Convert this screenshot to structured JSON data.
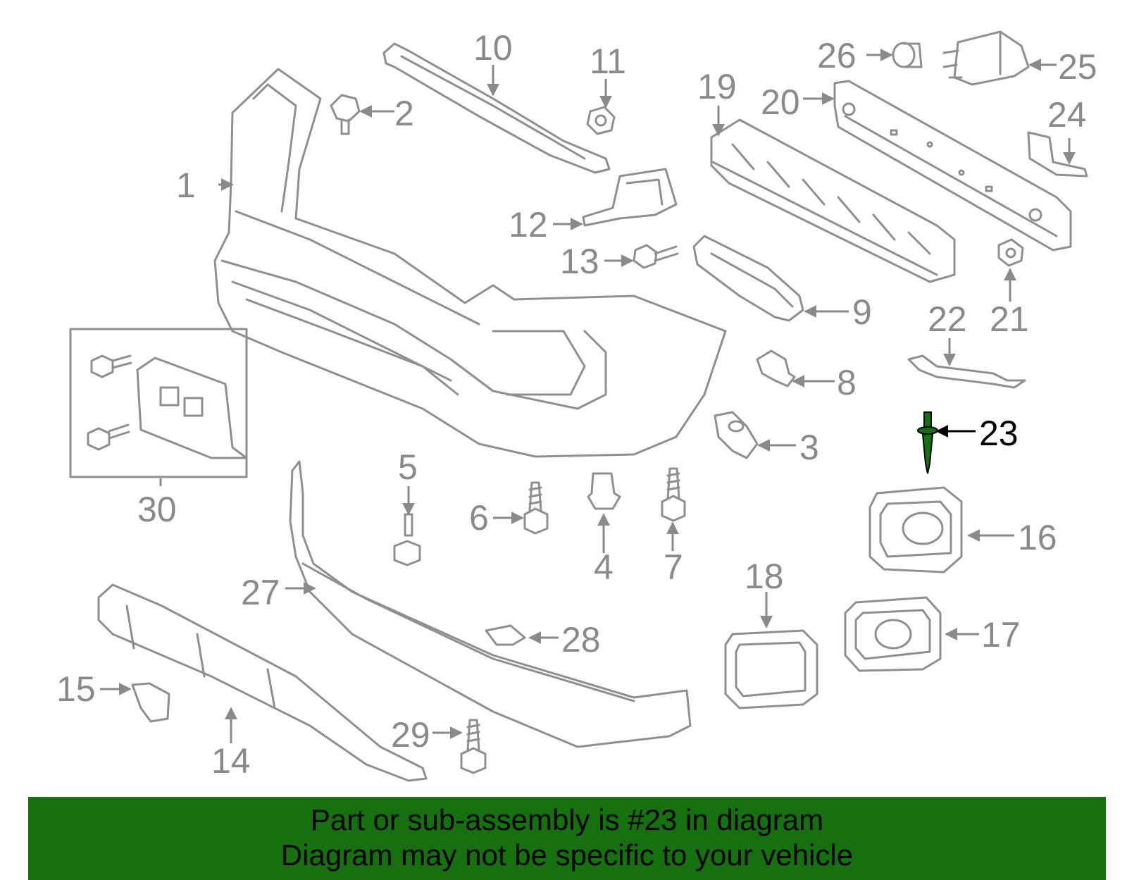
{
  "highlight_color": "#16700f",
  "highlighted_part": "23",
  "callouts": [
    "1",
    "2",
    "3",
    "4",
    "5",
    "6",
    "7",
    "8",
    "9",
    "10",
    "11",
    "12",
    "13",
    "14",
    "15",
    "16",
    "17",
    "18",
    "19",
    "20",
    "21",
    "22",
    "23",
    "24",
    "25",
    "26",
    "27",
    "28",
    "29",
    "30"
  ],
  "footer": {
    "line1": "Part or sub-assembly is #23 in diagram",
    "line2": "Diagram may not be specific to your vehicle"
  }
}
